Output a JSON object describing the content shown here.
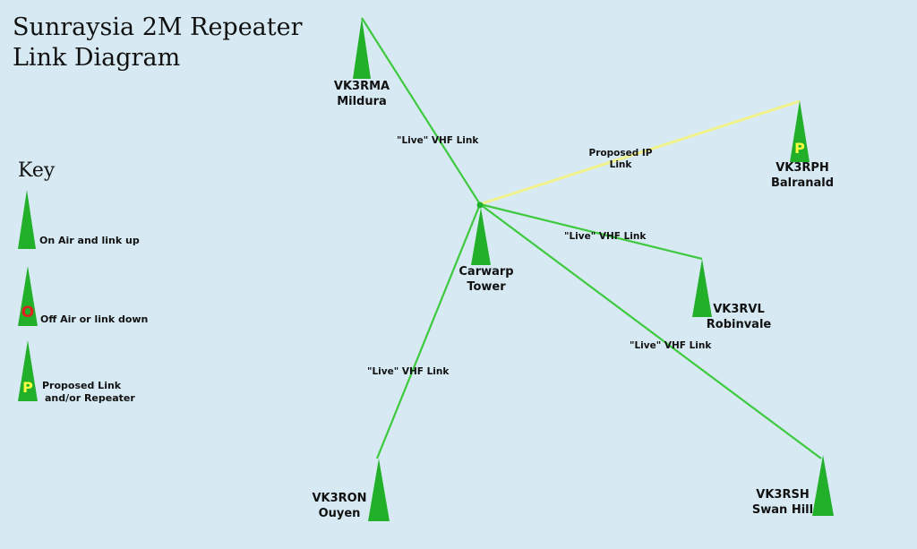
{
  "title": {
    "line1": "Sunraysia 2M Repeater",
    "line2": "Link Diagram"
  },
  "key": {
    "heading": "Key",
    "items": [
      {
        "text": "On Air and link up"
      },
      {
        "text": "Off Air or link down",
        "marker": "O"
      },
      {
        "text_line1": "Proposed Link",
        "text_line2": "and/or Repeater",
        "marker": "P"
      }
    ]
  },
  "colors": {
    "background": "#d7eaf3",
    "tower": "#22b02a",
    "live_link": "#3ec93e",
    "proposed_link": "#f2f28a",
    "off_marker": "#e02020",
    "proposed_marker": "#ffff40"
  },
  "nodes": {
    "mildura": {
      "callsign": "VK3RMA",
      "place": "Mildura"
    },
    "balranald": {
      "callsign": "VK3RPH",
      "place": "Balranald",
      "marker": "P"
    },
    "carwarp": {
      "callsign": "Carwarp",
      "place": "Tower"
    },
    "robinvale": {
      "callsign": "VK3RVL",
      "place": "Robinvale"
    },
    "ouyen": {
      "callsign": "VK3RON",
      "place": "Ouyen"
    },
    "swanhill": {
      "callsign": "VK3RSH",
      "place": "Swan Hill"
    }
  },
  "links": {
    "mildura": "\"Live\" VHF Link",
    "balranald_line1": "Proposed IP",
    "balranald_line2": "Link",
    "robinvale": "\"Live\" VHF Link",
    "ouyen": "\"Live\" VHF Link",
    "swanhill": "\"Live\" VHF Link"
  }
}
